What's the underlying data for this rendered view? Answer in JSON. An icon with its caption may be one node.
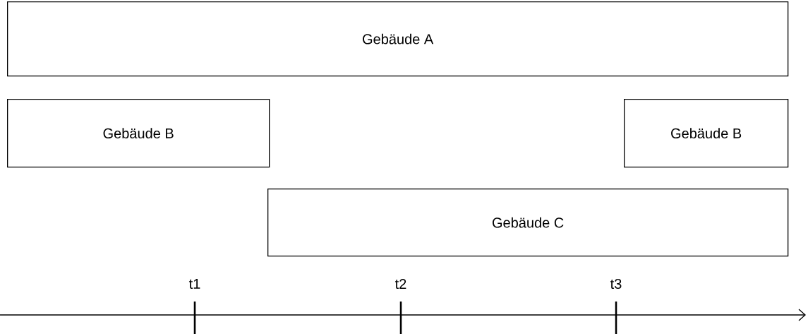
{
  "diagram": {
    "nodes": [
      {
        "text": [
          "Gebäude A"
        ]
      },
      {
        "text": [
          "Gebäude B"
        ]
      },
      {
        "text": [
          "Gebäude B"
        ]
      },
      {
        "text": [
          "Gebäude C"
        ]
      }
    ],
    "labels": [
      "t1",
      "t2",
      "t3"
    ]
  }
}
